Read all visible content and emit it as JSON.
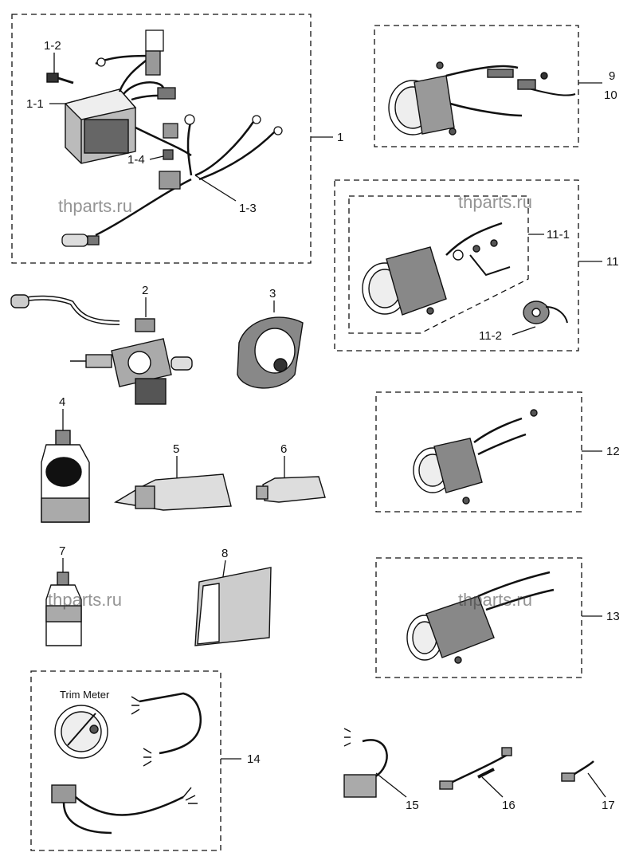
{
  "diagram": {
    "callouts": {
      "c1": "1",
      "c1_1": "1-1",
      "c1_2": "1-2",
      "c1_3": "1-3",
      "c1_4": "1-4",
      "c2": "2",
      "c3": "3",
      "c4": "4",
      "c5": "5",
      "c6": "6",
      "c7": "7",
      "c8": "8",
      "c9": "9",
      "c10": "10",
      "c11": "11",
      "c11_1": "11-1",
      "c11_2": "11-2",
      "c12": "12",
      "c13": "13",
      "c14": "14",
      "c15": "15",
      "c16": "16",
      "c17": "17"
    },
    "trim_meter_caption": "Trim Meter",
    "watermarks": [
      "thparts.ru",
      "thparts.ru",
      "thparts.ru",
      "thparts.ru"
    ]
  }
}
